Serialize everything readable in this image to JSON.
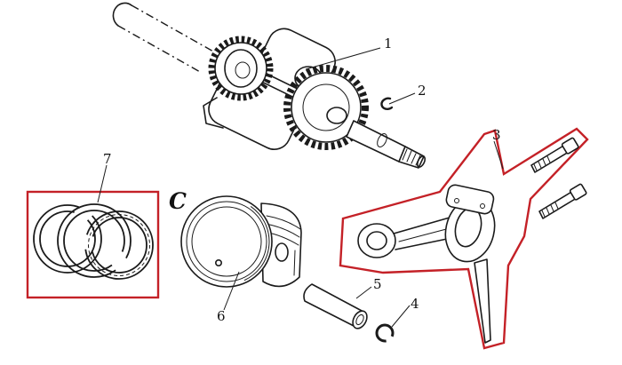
{
  "diagram": {
    "background_color": "#ffffff",
    "line_color": "#1b1b1b",
    "highlight_color": "#c42127",
    "callouts": [
      {
        "text": "1"
      },
      {
        "text": "2"
      },
      {
        "text": "3"
      },
      {
        "text": "4"
      },
      {
        "text": "5"
      },
      {
        "text": "6"
      },
      {
        "text": "7"
      }
    ],
    "marks": {
      "clip_letter": "C"
    }
  }
}
